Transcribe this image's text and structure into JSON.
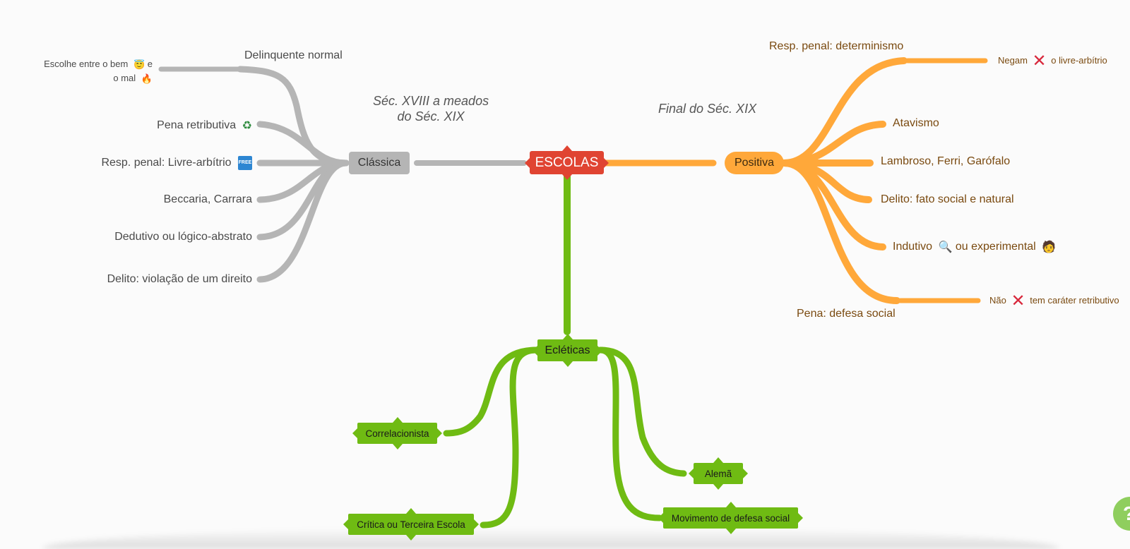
{
  "mindmap": {
    "root": {
      "label": "ESCOLAS",
      "color": "#e04432"
    },
    "classica": {
      "label": "Clássica",
      "color": "#b5b5b5",
      "note": [
        "Séc. XVIII a meados",
        "do Séc. XIX"
      ],
      "children": [
        {
          "label_line1": "Escolhe entre o bem",
          "emoji1": "angel-emoji",
          "label_line1b": "e",
          "label_line2": "o mal",
          "emoji2": "fire-emoji",
          "parent_label": "Delinquente normal"
        },
        {
          "label": "Pena retributiva",
          "emoji": "recycle-emoji"
        },
        {
          "label": "Resp. penal: Livre-arbítrio",
          "badge": "FREE"
        },
        {
          "label": "Beccaria, Carrara"
        },
        {
          "label": "Dedutivo ou lógico-abstrato"
        },
        {
          "label": "Delito: violação de um direito"
        }
      ]
    },
    "positiva": {
      "label": "Positiva",
      "color": "#ffa83a",
      "note": "Final do Séc. XIX",
      "children": [
        {
          "label": "Resp. penal: determinismo",
          "sub_before": "Negam",
          "sub_after": "o livre-arbítrio"
        },
        {
          "label": "Atavismo"
        },
        {
          "label": "Lambroso, Ferri, Garófalo"
        },
        {
          "label": "Delito: fato social e natural"
        },
        {
          "label_a": "Indutivo",
          "emoji_a": "magnifier-emoji",
          "label_b": "ou experimental",
          "emoji_b": "scientist-emoji"
        },
        {
          "label": "Pena: defesa social",
          "sub_before": "Não",
          "sub_after": "tem caráter retributivo"
        }
      ]
    },
    "ecleticas": {
      "label": "Ecléticas",
      "color": "#6fbb13",
      "children": [
        {
          "label": "Correlacionista"
        },
        {
          "label": "Crítica ou Terceira Escola"
        },
        {
          "label": "Alemã"
        },
        {
          "label": "Movimento de defesa social"
        }
      ]
    }
  },
  "help": {
    "label": "?"
  }
}
